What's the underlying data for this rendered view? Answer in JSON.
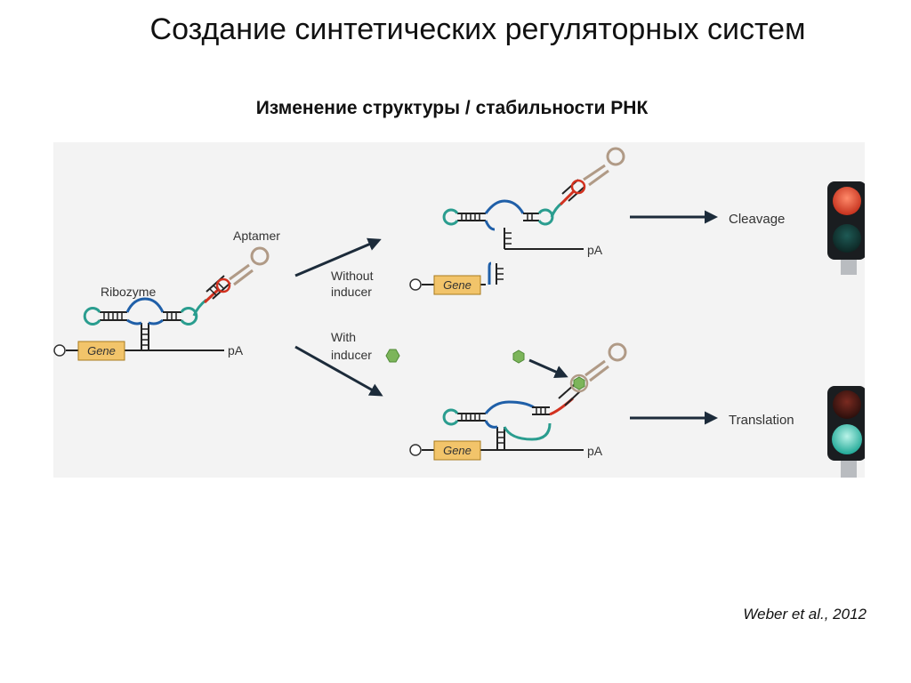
{
  "slide": {
    "title": "Создание синтетических регуляторных систем",
    "subtitle": "Изменение структуры / стабильности РНК",
    "citation": "Weber et al., 2012"
  },
  "diagram": {
    "labels": {
      "aptamer": "Aptamer",
      "ribozyme": "Ribozyme",
      "gene": "Gene",
      "pA": "pA",
      "without_inducer": [
        "Without",
        "inducer"
      ],
      "with_inducer": [
        "With",
        "inducer"
      ],
      "cleavage": "Cleavage",
      "translation": "Translation"
    },
    "colors": {
      "panel_background": "#f3f3f3",
      "loop_teal": "#2a9d8f",
      "ribozyme_blue": "#1f5fa8",
      "aptamer_tan": "#b09a86",
      "linker_red": "#d2311f",
      "gene_box": "#f2c46a",
      "inducer_green": "#7cb55a",
      "arrow_navy": "#1c2b3a",
      "light_red": "#e8533f",
      "light_green": "#3fc7b3"
    }
  }
}
